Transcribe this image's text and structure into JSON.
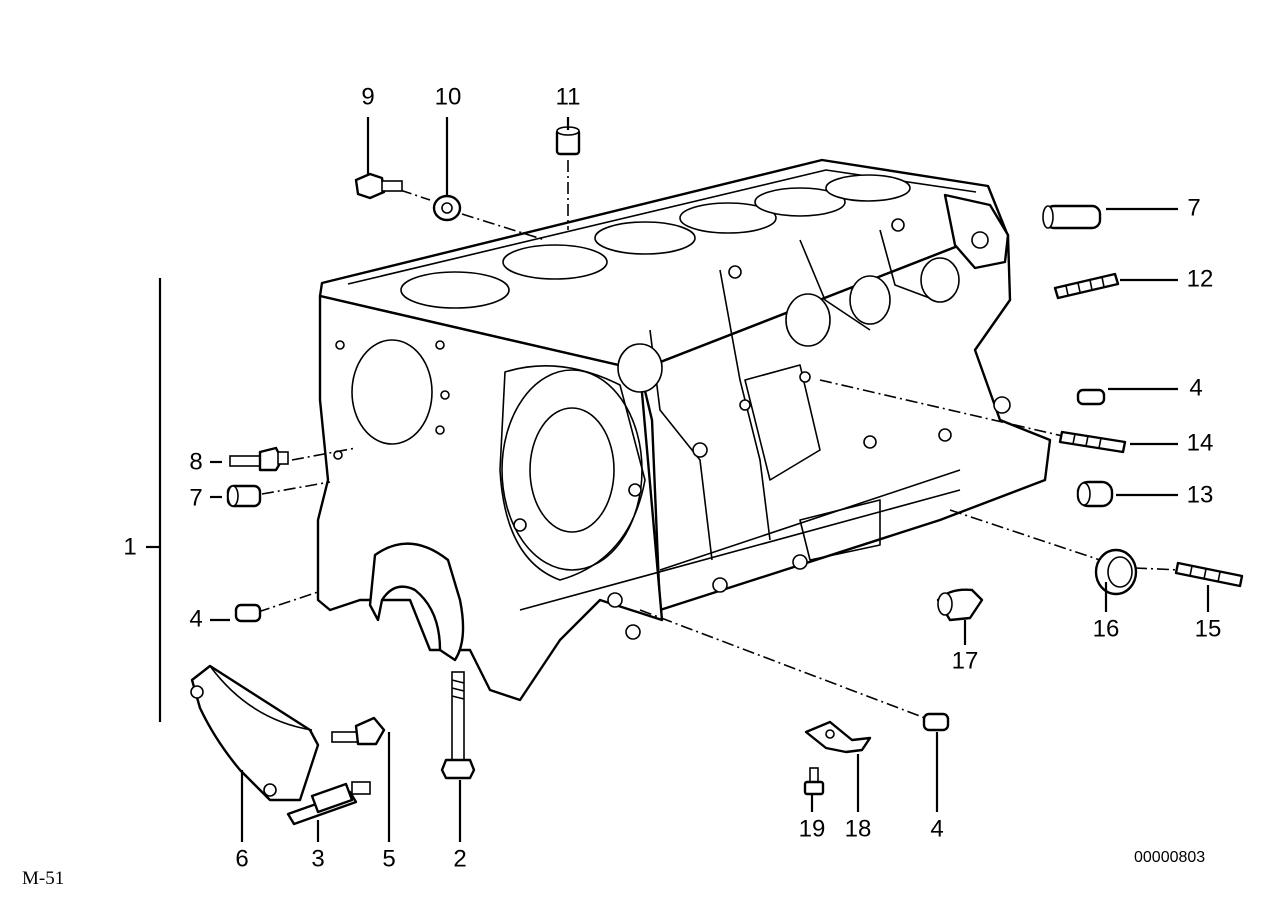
{
  "diagram": {
    "footer_left": "M-51",
    "footer_right": "00000803",
    "callouts": [
      {
        "key": "c9",
        "text": "9"
      },
      {
        "key": "c10",
        "text": "10"
      },
      {
        "key": "c11",
        "text": "11"
      },
      {
        "key": "c7a",
        "text": "7"
      },
      {
        "key": "c12",
        "text": "12"
      },
      {
        "key": "c4a",
        "text": "4"
      },
      {
        "key": "c14",
        "text": "14"
      },
      {
        "key": "c13",
        "text": "13"
      },
      {
        "key": "c16",
        "text": "16"
      },
      {
        "key": "c15",
        "text": "15"
      },
      {
        "key": "c17",
        "text": "17"
      },
      {
        "key": "c1",
        "text": "1"
      },
      {
        "key": "c8",
        "text": "8"
      },
      {
        "key": "c7b",
        "text": "7"
      },
      {
        "key": "c4b",
        "text": "4"
      },
      {
        "key": "c6",
        "text": "6"
      },
      {
        "key": "c3",
        "text": "3"
      },
      {
        "key": "c5",
        "text": "5"
      },
      {
        "key": "c2",
        "text": "2"
      },
      {
        "key": "c19",
        "text": "19"
      },
      {
        "key": "c18",
        "text": "18"
      },
      {
        "key": "c4c",
        "text": "4"
      }
    ]
  }
}
